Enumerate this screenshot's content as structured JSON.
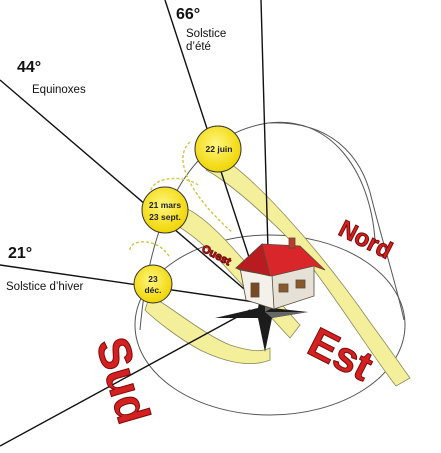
{
  "angles": {
    "summer": "66°",
    "equinox": "44°",
    "winter": "21°"
  },
  "labels": {
    "summer_line1": "Solstice",
    "summer_line2": "d’été",
    "equinox": "Equinoxes",
    "winter": "Solstice d’hiver"
  },
  "suns": {
    "summer": "22 juin",
    "equinox_line1": "21 mars",
    "equinox_line2": "23 sept.",
    "winter_line1": "23",
    "winter_line2": "déc."
  },
  "directions": {
    "north": "Nord",
    "east": "Est",
    "south": "Sud",
    "west": "Ouest"
  },
  "colors": {
    "sun_fill": "#f6e21c",
    "path_fill": "#f3ef9a",
    "direction_red": "#d42020",
    "roof_red": "#d8262a",
    "house_wall": "#f4f1ea"
  }
}
